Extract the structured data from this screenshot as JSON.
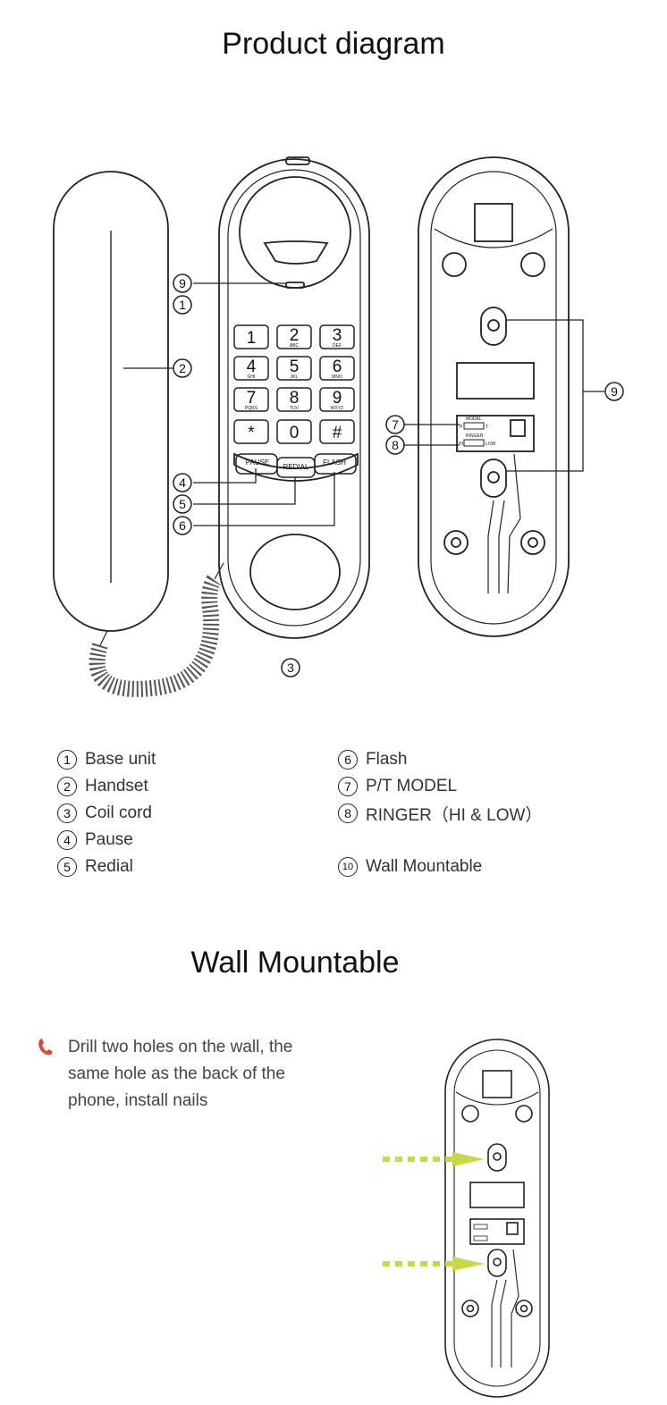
{
  "titles": {
    "diagram": "Product diagram",
    "wall": "Wall Mountable"
  },
  "callouts": {
    "c1": "1",
    "c2": "2",
    "c3": "3",
    "c4": "4",
    "c5": "5",
    "c6": "6",
    "c7": "7",
    "c8": "8",
    "c9": "9",
    "c9b": "9"
  },
  "keypad": {
    "keys": [
      "1",
      "2",
      "3",
      "4",
      "5",
      "6",
      "7",
      "8",
      "9",
      "*",
      "0",
      "#"
    ],
    "subs": [
      "",
      "ABC",
      "DEF",
      "GHI",
      "JKL",
      "MNO",
      "PQRS",
      "TUV",
      "WXYZ",
      "",
      "",
      ""
    ],
    "pause": "PAUSE",
    "redial": "REDIAL",
    "flash": "FLASH"
  },
  "switch_labels": {
    "model": "MODEL",
    "ringer": "RINGER",
    "p": "P",
    "t": "T",
    "hi": "HI",
    "low": "LOW"
  },
  "legend": [
    {
      "num": "1",
      "label": "Base unit"
    },
    {
      "num": "2",
      "label": "Handset"
    },
    {
      "num": "3",
      "label": "Coil cord"
    },
    {
      "num": "4",
      "label": "Pause"
    },
    {
      "num": "5",
      "label": "Redial"
    },
    {
      "num": "6",
      "label": "Flash"
    },
    {
      "num": "7",
      "label": "P/T MODEL"
    },
    {
      "num": "8",
      "label": "RINGER（HI & LOW）"
    },
    {
      "num": "10",
      "label": "Wall Mountable"
    }
  ],
  "instruction": {
    "text": "Drill two holes on the wall, the same hole as the back of the phone, install nails",
    "icon": "phone-handset-icon"
  },
  "colors": {
    "arrow": "#c8d84a",
    "icon": "#e0453a",
    "line": "#222222"
  }
}
